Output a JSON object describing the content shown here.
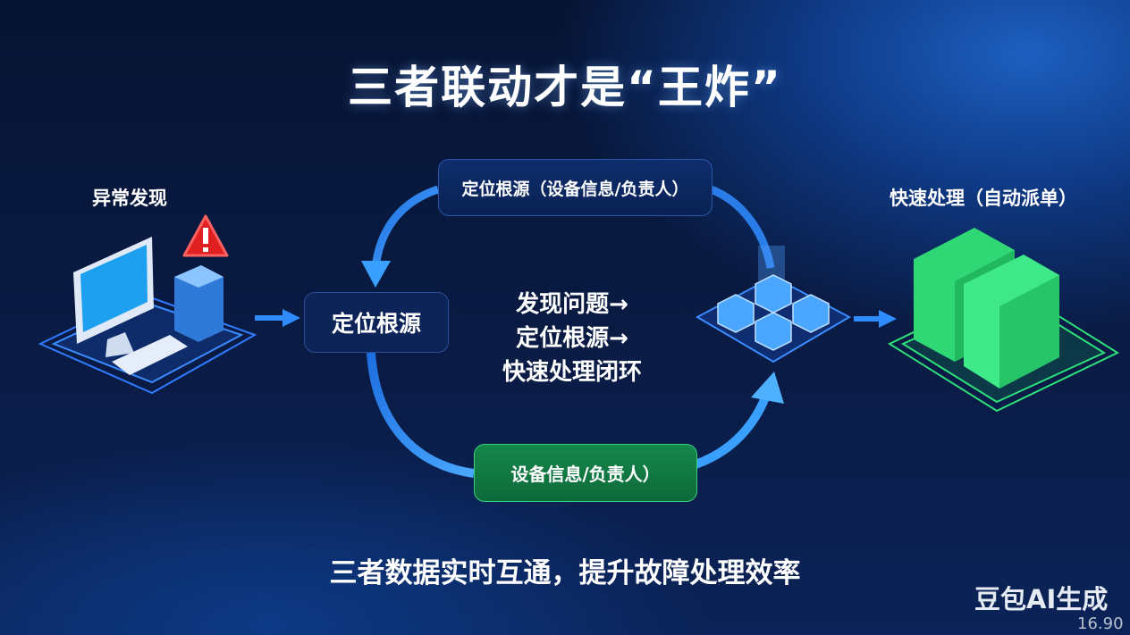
{
  "title": "三者联动才是“王炸”",
  "left_label": "异常发现",
  "right_label": "快速处理（自动派单）",
  "top_box": "定位根源（设备信息/负责人）",
  "locate_box": "定位根源",
  "bottom_box": "设备信息/负责人）",
  "center_lines": [
    "发现问题→",
    "定位根源→",
    "快速处理闭环"
  ],
  "bottom_text": "三者数据实时互通，提升故障处理效率",
  "watermark": "豆包AI生成",
  "version": "16.90",
  "colors": {
    "accent_blue": "#2f8cff",
    "accent_green": "#2ee07a",
    "warning_red": "#e02020"
  }
}
